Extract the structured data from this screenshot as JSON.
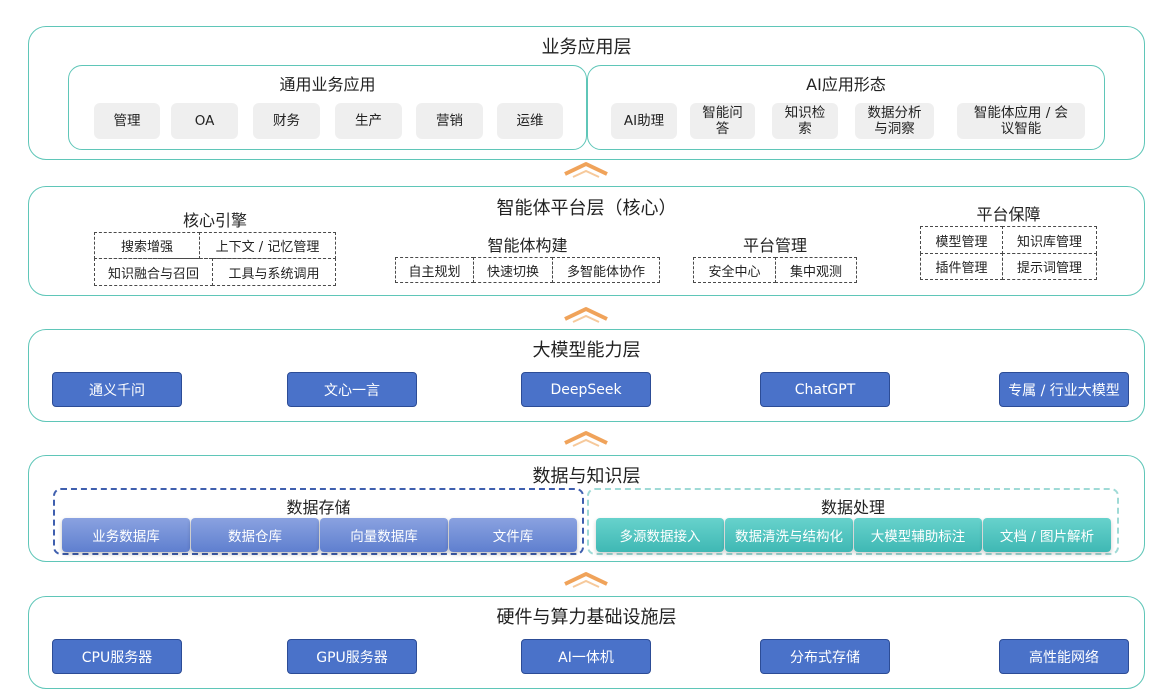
{
  "layers": {
    "business": {
      "title": "业务应用层",
      "general": {
        "title": "通用业务应用",
        "items": [
          "管理",
          "OA",
          "财务",
          "生产",
          "营销",
          "运维"
        ]
      },
      "ai": {
        "title": "AI应用形态",
        "items": [
          "AI助理",
          "智能问\n答",
          "知识检\n索",
          "数据分析\n与洞察",
          "智能体应用 / 会\n议智能"
        ]
      }
    },
    "platform": {
      "title": "智能体平台层（核心）",
      "core_engine": {
        "title": "核心引擎",
        "cells": [
          "搜索增强",
          "上下文 / 记忆管理",
          "知识融合与召回",
          "工具与系统调用"
        ]
      },
      "agent_build": {
        "title": "智能体构建",
        "cells": [
          "自主规划",
          "快速切换",
          "多智能体协作"
        ]
      },
      "platform_mgmt": {
        "title": "平台管理",
        "cells": [
          "安全中心",
          "集中观测"
        ]
      },
      "platform_guard": {
        "title": "平台保障",
        "cells": [
          "模型管理",
          "知识库管理",
          "插件管理",
          "提示词管理"
        ]
      }
    },
    "model": {
      "title": "大模型能力层",
      "items": [
        "通义千问",
        "文心一言",
        "DeepSeek",
        "ChatGPT",
        "专属 / 行业大模型"
      ]
    },
    "data": {
      "title": "数据与知识层",
      "storage": {
        "title": "数据存储",
        "items": [
          "业务数据库",
          "数据仓库",
          "向量数据库",
          "文件库"
        ]
      },
      "processing": {
        "title": "数据处理",
        "items": [
          "多源数据接入",
          "数据清洗与结构化",
          "大模型辅助标注",
          "文档 / 图片解析"
        ]
      }
    },
    "infra": {
      "title": "硬件与算力基础设施层",
      "items": [
        "CPU服务器",
        "GPU服务器",
        "AI一体机",
        "分布式存储",
        "高性能网络"
      ]
    }
  },
  "arrow_icon": "chevron-up-icon",
  "colors": {
    "border": "#5fc6b8",
    "button_blue": "#4a72c9",
    "storage_blue": "#7b95da",
    "processing_teal": "#4cc3bf",
    "arrow": "#f0a35a"
  }
}
